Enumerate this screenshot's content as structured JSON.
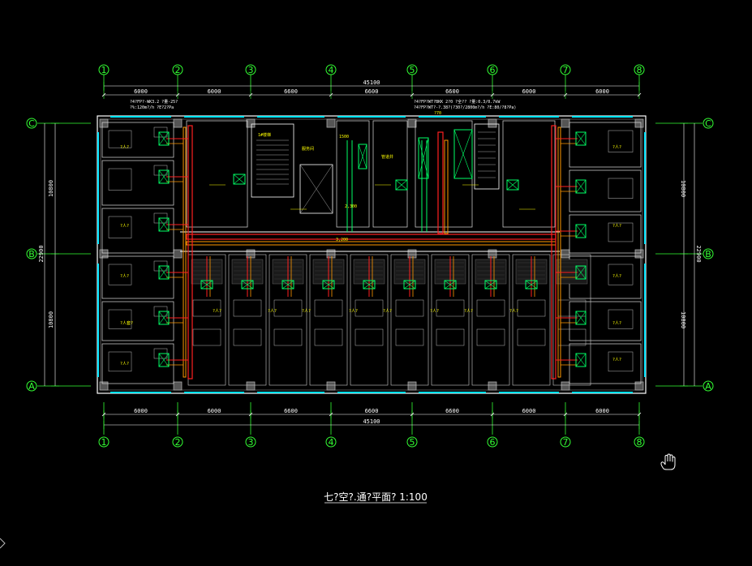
{
  "drawing": {
    "title": "七?空?.通?平面? 1:100",
    "axes_x": [
      "1",
      "2",
      "3",
      "4",
      "5",
      "6",
      "7",
      "8"
    ],
    "axes_y": [
      "C",
      "B",
      "A"
    ],
    "dims_top": [
      "6000",
      "6000",
      "6600",
      "6600",
      "6600",
      "6000",
      "6000"
    ],
    "dims_bottom": [
      "6000",
      "6000",
      "6600",
      "6600",
      "6600",
      "6000",
      "6000"
    ],
    "total_length": "45100",
    "total_width": "22900",
    "dims_side": [
      "10800",
      "10800"
    ],
    "notes": [
      "?4?FP?-WK3.2 ?量-25?",
      "?%:120m?/h ?E?2?Pa",
      "?4?FP?WT?BKK 2?0  ?全?? ?量:0.3/0.7kW",
      "?4?FP?WT?-?.38?(?30?/2800m?/h ?E:80/?8?Pa)"
    ],
    "rooms": {
      "guest": "?人?",
      "double": "?人?",
      "suite": "?人套?",
      "stair": "1#楼梯",
      "service": "服务间",
      "pipe": "管道井"
    },
    "labels_extra": [
      "1500",
      "2,300",
      "3,200",
      "?70"
    ]
  },
  "colors": {
    "axis": "#33ff33",
    "wall": "#ffffff",
    "window": "#00e5ff",
    "duct_red": "#ff2020",
    "duct_orange": "#ff9900",
    "equipment": "#00ff66",
    "room_text": "#ffff00",
    "gray": "#8a8a8a"
  },
  "cursor": {
    "icon": "hand-pan-icon"
  }
}
